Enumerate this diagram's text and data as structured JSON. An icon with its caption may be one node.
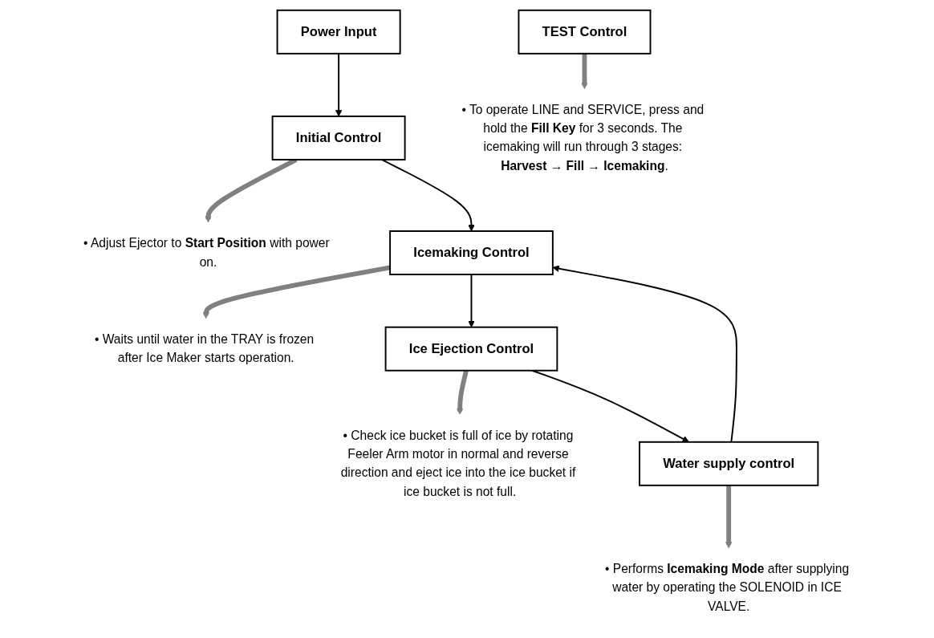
{
  "diagram": {
    "nodes": [
      {
        "text": [
          "Power Input"
        ]
      },
      {
        "text": [
          "Initial Control"
        ]
      },
      {
        "text": [
          "• Adjust Ejector to **Start Position** with power on."
        ]
      },
      {
        "text": [
          "Icemaking Control"
        ]
      },
      {
        "text": [
          "• Waits until water in the TRAY is frozen after Ice Maker starts operation."
        ]
      },
      {
        "text": [
          "Ice Ejection Control"
        ]
      },
      {
        "text": [
          "• Check ice bucket is full of ice by rotating Feeler Arm motor in normal and reverse direction and eject ice into the ice bucket if ice bucket is not full."
        ]
      },
      {
        "text": [
          "Water supply control"
        ]
      },
      {
        "text": [
          "• Performs **Icemaking Mode** after supplying water by operating the SOLENOID in ICE VALVE."
        ]
      },
      {
        "text": [
          "TEST Control"
        ]
      },
      {
        "text": [
          "• To operate LINE and SERVICE, press and hold the **Fill Key** for 3 seconds. The icemaking will run through 3 stages: **Harvest → Fill → Icemaking**."
        ]
      }
    ],
    "edges": [
      {
        "from": 0,
        "to": 1,
        "arrow": "to"
      },
      {
        "from": 1,
        "to": 3,
        "arrow": "to"
      },
      {
        "from": 3,
        "to": 5,
        "arrow": "to"
      },
      {
        "from": 5,
        "to": 7,
        "arrow": "to"
      },
      {
        "from": 7,
        "to": 3,
        "arrow": "to"
      },
      {
        "from": 1,
        "to": 2,
        "arrow": "to",
        "style": "thick",
        "color": "#808080"
      },
      {
        "from": 3,
        "to": 4,
        "arrow": "to",
        "style": "thick",
        "color": "#808080"
      },
      {
        "from": 5,
        "to": 6,
        "arrow": "to",
        "style": "thick",
        "color": "#808080"
      },
      {
        "from": 7,
        "to": 8,
        "arrow": "to",
        "style": "thick",
        "color": "#808080"
      },
      {
        "from": 9,
        "to": 10,
        "arrow": "to",
        "style": "thick",
        "color": "#808080"
      }
    ]
  }
}
